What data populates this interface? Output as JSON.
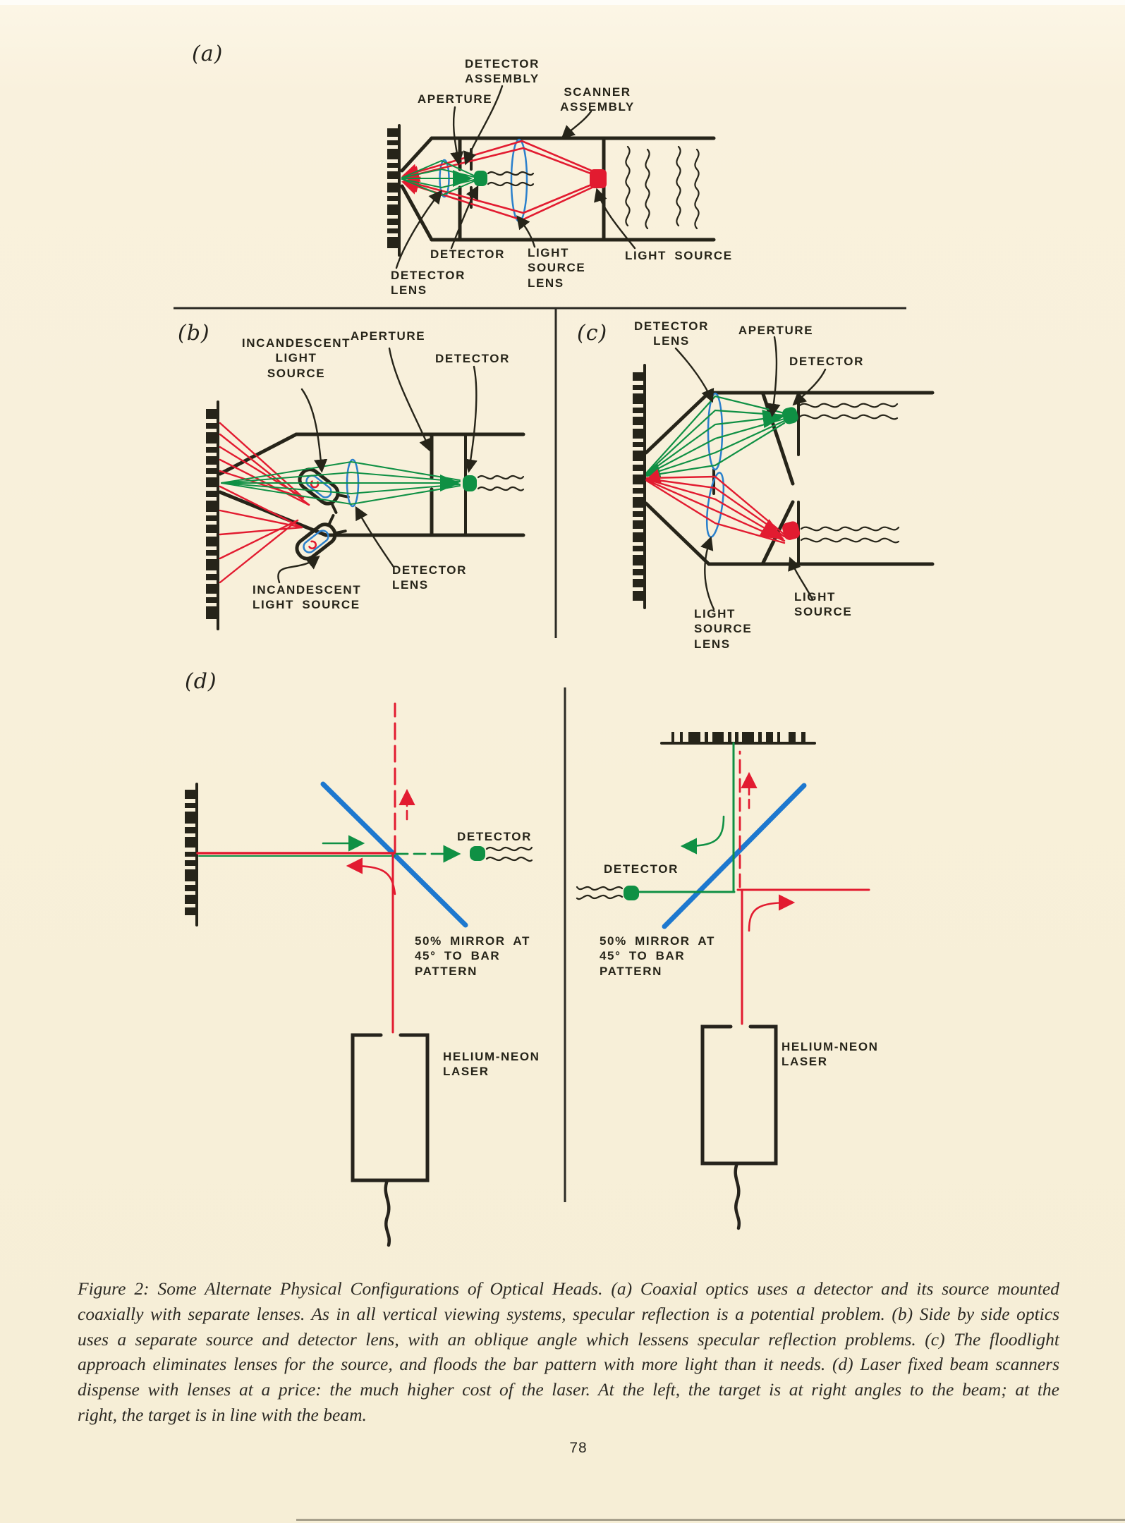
{
  "page": {
    "number": "78"
  },
  "figure": {
    "tag_a": "(a)",
    "tag_b": "(b)",
    "tag_c": "(c)",
    "tag_d": "(d)",
    "labels_a": {
      "detector_assembly": "DETECTOR\nASSEMBLY",
      "aperture": "APERTURE",
      "scanner_assembly": "SCANNER\nASSEMBLY",
      "detector": "DETECTOR",
      "detector_lens": "DETECTOR\nLENS",
      "light_source_lens": "LIGHT\nSOURCE\nLENS",
      "light_source": "LIGHT SOURCE"
    },
    "labels_b": {
      "incandescent_top": "INCANDESCENT\nLIGHT\nSOURCE",
      "aperture": "APERTURE",
      "detector": "DETECTOR",
      "detector_lens": "DETECTOR\nLENS",
      "incandescent_bottom": "INCANDESCENT\nLIGHT SOURCE"
    },
    "labels_c": {
      "detector_lens": "DETECTOR\nLENS",
      "aperture": "APERTURE",
      "detector": "DETECTOR",
      "light_source_lens": "LIGHT\nSOURCE\nLENS",
      "light_source": "LIGHT\nSOURCE"
    },
    "labels_d": {
      "detector_left": "DETECTOR",
      "mirror_left": "50% MIRROR AT\n45° TO BAR\nPATTERN",
      "laser_left": "HELIUM-NEON\nLASER",
      "detector_right": "DETECTOR",
      "mirror_right": "50% MIRROR AT\n45° TO BAR\nPATTERN",
      "laser_right": "HELIUM-NEON\nLASER"
    }
  },
  "caption": {
    "lines": [
      "Figure 2: Some Alternate Physical Configurations of Optical Heads. (a) Coaxial optics uses a detector and its source mounted",
      "coaxially with separate lenses. As in all vertical viewing systems, specular reflection is a potential problem. (b) Side by side optics",
      "uses a separate source and detector lens, with an oblique angle which lessens specular reflection problems. (c) The floodlight",
      "approach eliminates lenses for the source, and floods the bar pattern with more light than it needs. (d) Laser fixed beam scanners",
      "dispense with lenses at a price: the much higher cost of the laser. At the left, the target is at right angles to the beam; at the",
      "right, the target is in line with the beam."
    ]
  },
  "colors": {
    "ink": "#262419",
    "red": "#e21b30",
    "green": "#0f9044",
    "blue": "#2b80cc",
    "paper": "#f7efd8"
  }
}
